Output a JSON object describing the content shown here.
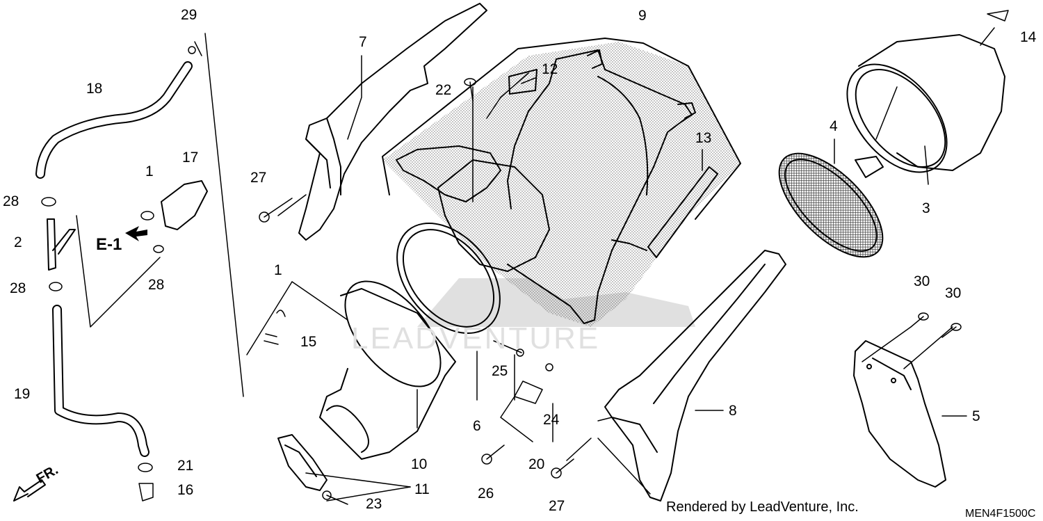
{
  "diagram": {
    "callouts": [
      "1",
      "2",
      "3",
      "4",
      "5",
      "6",
      "7",
      "8",
      "9",
      "10",
      "11",
      "12",
      "13",
      "14",
      "15",
      "16",
      "17",
      "18",
      "19",
      "20",
      "21",
      "22",
      "23",
      "24",
      "25",
      "26",
      "27",
      "28",
      "29",
      "30"
    ],
    "ref_label": "E-1",
    "front_label": "FR.",
    "footer": "Rendered by LeadVenture, Inc.",
    "code": "MEN4F1500C",
    "watermark": "LEADVENTURE"
  }
}
